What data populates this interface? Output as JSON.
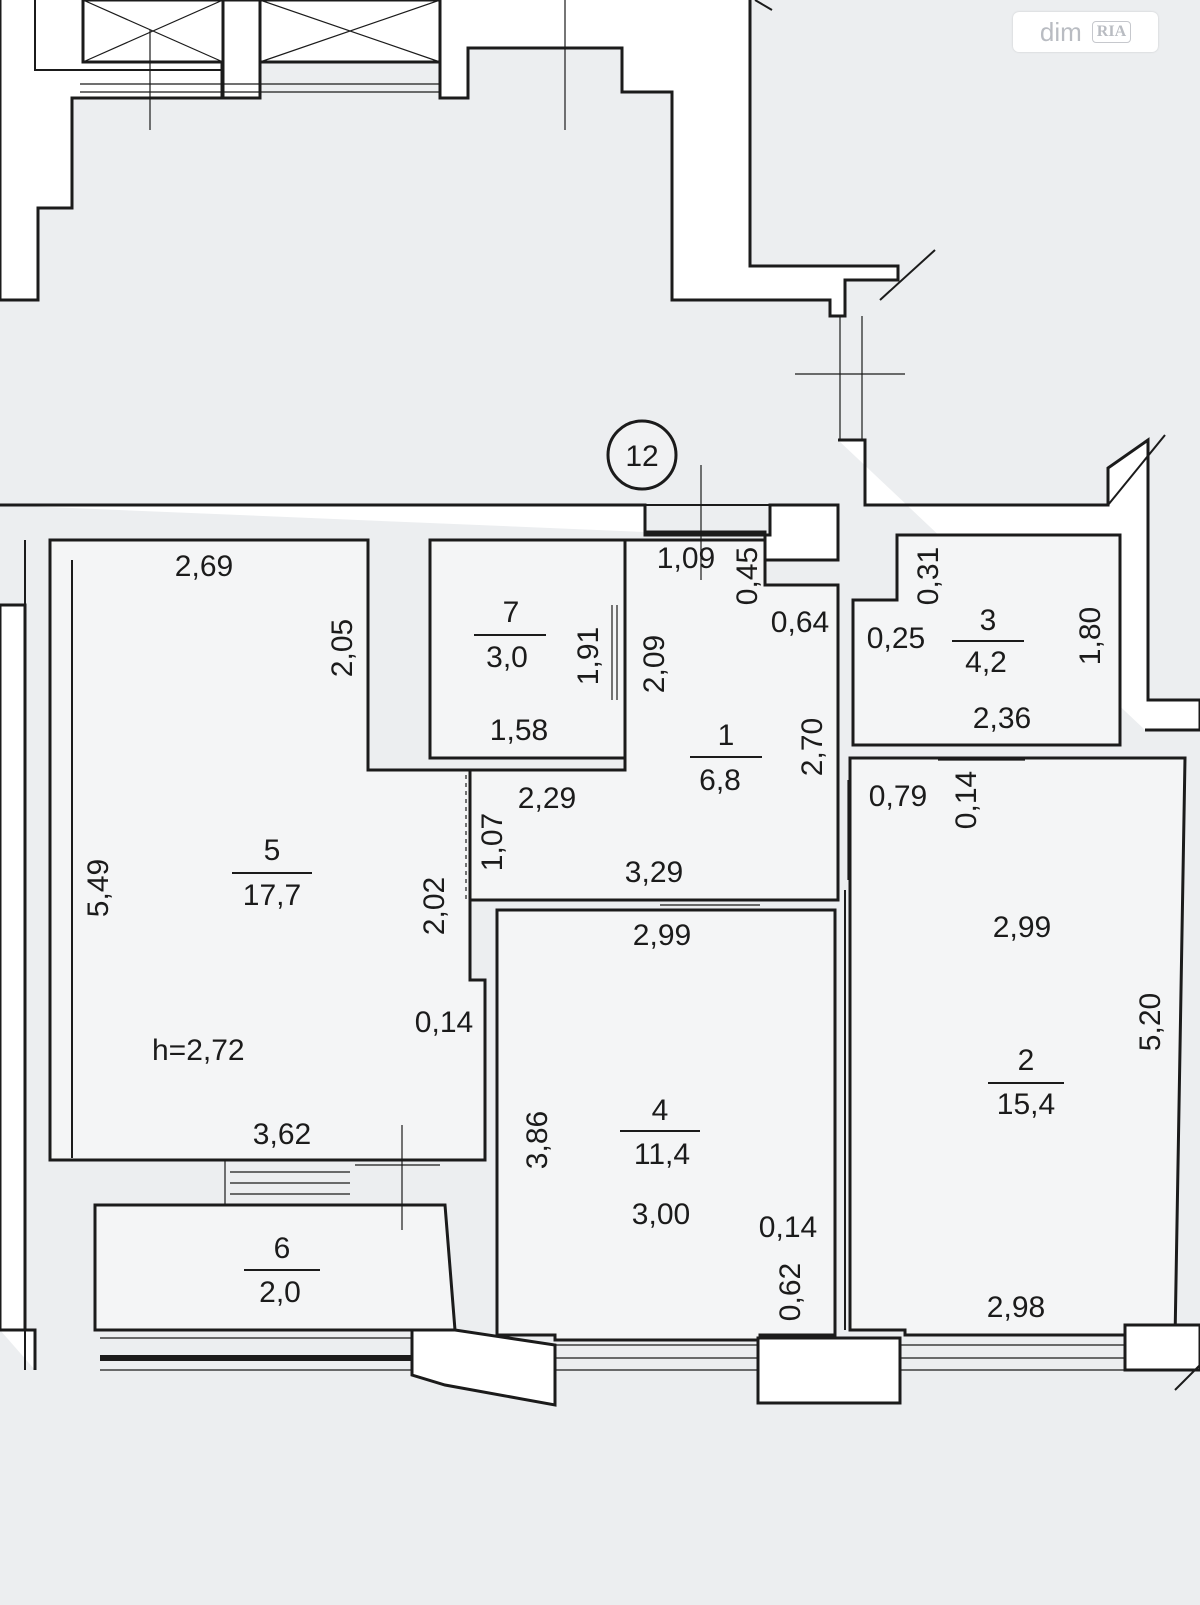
{
  "plan": {
    "entrance_marker": "12",
    "ceiling_height": "h=2,72",
    "rooms": [
      {
        "id": "room-1",
        "number": "1",
        "area": "6,8"
      },
      {
        "id": "room-2",
        "number": "2",
        "area": "15,4"
      },
      {
        "id": "room-3",
        "number": "3",
        "area": "4,2"
      },
      {
        "id": "room-4",
        "number": "4",
        "area": "11,4"
      },
      {
        "id": "room-5",
        "number": "5",
        "area": "17,7"
      },
      {
        "id": "room-6",
        "number": "6",
        "area": "2,0"
      },
      {
        "id": "room-7",
        "number": "7",
        "area": "3,0"
      }
    ],
    "dimensions": {
      "d_2_69": "2,69",
      "d_2_05": "2,05",
      "d_5_49": "5,49",
      "d_3_62": "3,62",
      "d_2_02": "2,02",
      "d_0_14_a": "0,14",
      "d_1_58": "1,58",
      "d_1_91": "1,91",
      "d_2_09": "2,09",
      "d_1_09": "1,09",
      "d_0_45": "0,45",
      "d_0_64": "0,64",
      "d_2_70": "2,70",
      "d_2_29": "2,29",
      "d_1_07": "1,07",
      "d_3_29": "3,29",
      "d_2_99_a": "2,99",
      "d_3_86": "3,86",
      "d_3_00": "3,00",
      "d_0_14_b": "0,14",
      "d_0_62": "0,62",
      "d_0_25": "0,25",
      "d_0_31": "0,31",
      "d_1_80": "1,80",
      "d_2_36": "2,36",
      "d_0_79": "0,79",
      "d_0_14_c": "0,14",
      "d_2_99_b": "2,99",
      "d_5_20": "5,20",
      "d_2_98": "2,98"
    }
  },
  "watermark": {
    "text": "dim",
    "badge": "RIA"
  }
}
